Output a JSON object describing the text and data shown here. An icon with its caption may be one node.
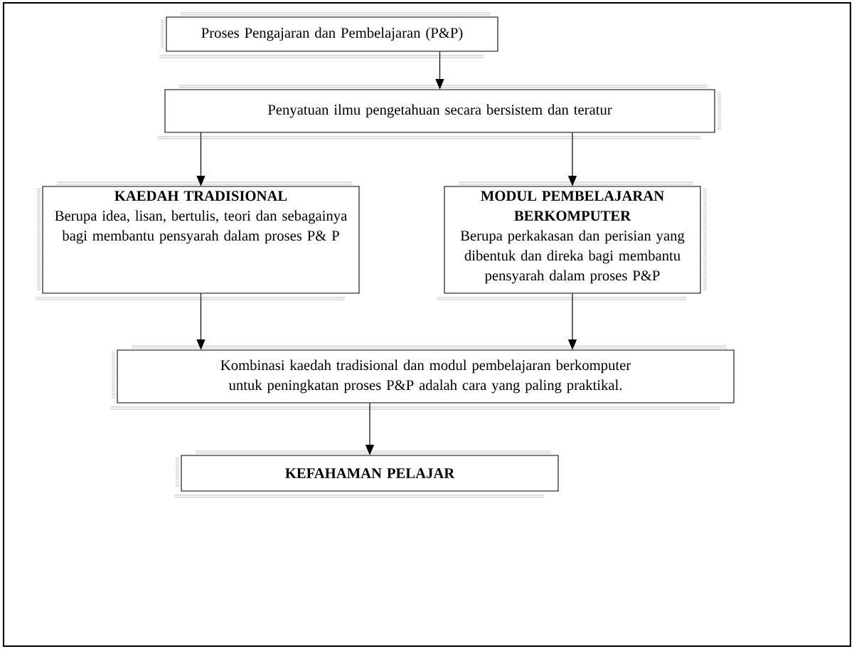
{
  "diagram": {
    "nodes": [
      {
        "text": [
          "Proses Pengajaran dan Pembelajaran (P&P)"
        ]
      },
      {
        "text": [
          "Penyatuan ilmu pengetahuan secara bersistem dan teratur"
        ]
      },
      {
        "text": [
          "KAEDAH TRADISIONAL",
          "Berupa idea, lisan, bertulis, teori dan sebagainya bagi membantu pensyarah dalam proses P& P"
        ]
      },
      {
        "text": [
          "MODUL PEMBELAJARAN BERKOMPUTER",
          "Berupa perkakasan dan perisian yang dibentuk dan direka bagi membantu pensyarah dalam proses P&P"
        ]
      },
      {
        "text": [
          "Kombinasi kaedah tradisional dan modul pembelajaran berkomputer untuk peningkatan proses P&P adalah cara yang paling praktikal."
        ]
      },
      {
        "text": [
          "KEFAHAMAN PELAJAR"
        ]
      }
    ],
    "edges": [
      {
        "from": 0,
        "to": 1,
        "arrow": "to"
      },
      {
        "from": 1,
        "to": 2,
        "arrow": "to"
      },
      {
        "from": 1,
        "to": 3,
        "arrow": "to"
      },
      {
        "from": 2,
        "to": 4,
        "arrow": "to"
      },
      {
        "from": 3,
        "to": 4,
        "arrow": "to"
      },
      {
        "from": 4,
        "to": 5,
        "arrow": "to"
      }
    ]
  }
}
